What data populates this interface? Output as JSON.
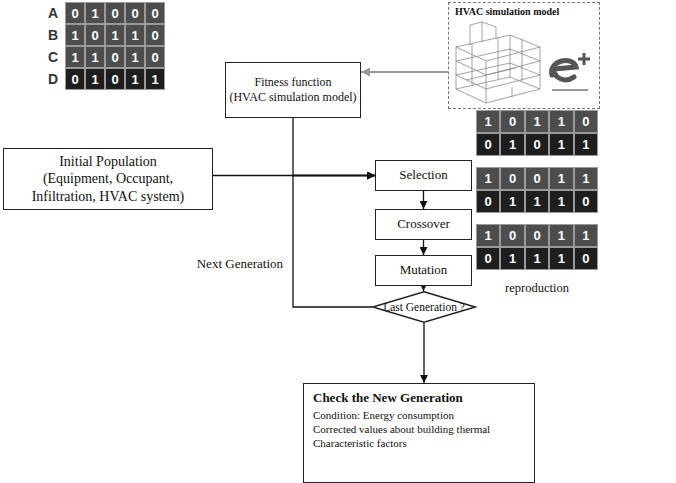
{
  "diagram": {
    "nodes": [
      {
        "text": [
          "Fitness function",
          "(HVAC simulation model)"
        ]
      },
      {
        "text": [
          "HVAC simulation model"
        ]
      },
      {
        "text": [
          "Initial Population",
          "(Equipment, Occupant, Infiltration, HVAC system)"
        ]
      },
      {
        "text": [
          "Selection"
        ]
      },
      {
        "text": [
          "Crossover"
        ]
      },
      {
        "text": [
          "Mutation"
        ]
      },
      {
        "text": [
          "Last Generation ?"
        ]
      },
      {
        "text": [
          "Check the New Generation",
          "Condition: Energy consumption",
          "Corrected values about building thermal Characteristic factors"
        ]
      }
    ],
    "edges": [
      {
        "from": 1,
        "to": 0,
        "arrow": "to"
      },
      {
        "from": 0,
        "to": 3,
        "arrow": "to"
      },
      {
        "from": 2,
        "to": 3,
        "arrow": "to"
      },
      {
        "from": 3,
        "to": 4,
        "arrow": "to"
      },
      {
        "from": 4,
        "to": 5,
        "arrow": "to"
      },
      {
        "from": 5,
        "to": 6,
        "arrow": "to"
      },
      {
        "from": 6,
        "to": 3,
        "label": "Next Generation",
        "arrow": "to"
      },
      {
        "from": 6,
        "to": 7,
        "arrow": "to"
      }
    ],
    "labels": [
      "A",
      "0",
      "1",
      "0",
      "0",
      "0",
      "B",
      "1",
      "0",
      "1",
      "1",
      "0",
      "C",
      "1",
      "1",
      "0",
      "1",
      "0",
      "D",
      "0",
      "1",
      "0",
      "1",
      "1",
      "1",
      "0",
      "1",
      "1",
      "0",
      "0",
      "1",
      "0",
      "1",
      "1",
      "1",
      "0",
      "0",
      "1",
      "1",
      "0",
      "1",
      "1",
      "1",
      "0",
      "1",
      "0",
      "0",
      "1",
      "1",
      "0",
      "1",
      "1",
      "1",
      "0",
      "reproduction"
    ]
  }
}
